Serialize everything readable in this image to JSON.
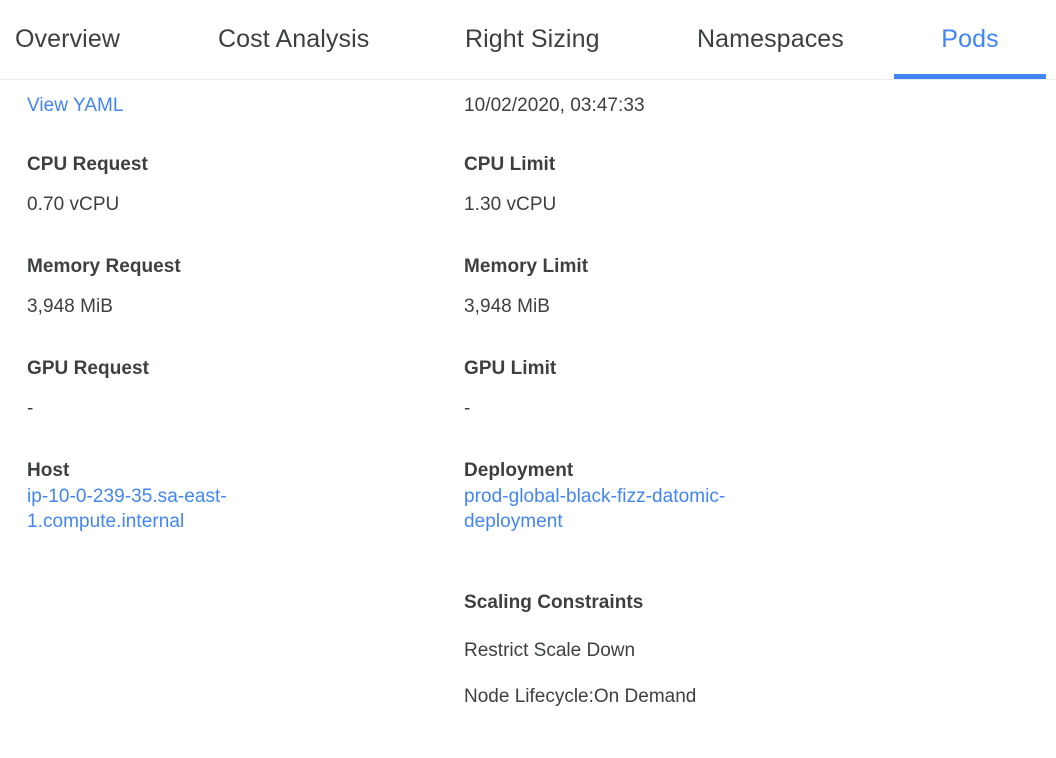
{
  "tabs": [
    {
      "label": "Overview",
      "active": false
    },
    {
      "label": "Cost Analysis",
      "active": false
    },
    {
      "label": "Right Sizing",
      "active": false
    },
    {
      "label": "Namespaces",
      "active": false
    },
    {
      "label": "Pods",
      "active": true
    }
  ],
  "colors": {
    "accent": "#4285f4",
    "text": "#3c4043",
    "border": "#ececec",
    "background": "#ffffff"
  },
  "detail": {
    "left": {
      "view_yaml_link": "View YAML",
      "cpu_request_label": "CPU Request",
      "cpu_request_value": "0.70 vCPU",
      "memory_request_label": "Memory Request",
      "memory_request_value": "3,948 MiB",
      "gpu_request_label": "GPU Request",
      "gpu_request_value": "-",
      "host_label": "Host",
      "host_value": "ip-10-0-239-35.sa-east-1.compute.internal"
    },
    "right": {
      "timestamp": "10/02/2020, 03:47:33",
      "cpu_limit_label": "CPU Limit",
      "cpu_limit_value": "1.30 vCPU",
      "memory_limit_label": "Memory Limit",
      "memory_limit_value": "3,948 MiB",
      "gpu_limit_label": "GPU Limit",
      "gpu_limit_value": "-",
      "deployment_label": "Deployment",
      "deployment_value": "prod-global-black-fizz-datomic-deployment",
      "scaling_constraints_label": "Scaling Constraints",
      "scaling_constraints": [
        "Restrict Scale Down",
        "Node Lifecycle:On Demand"
      ]
    }
  }
}
